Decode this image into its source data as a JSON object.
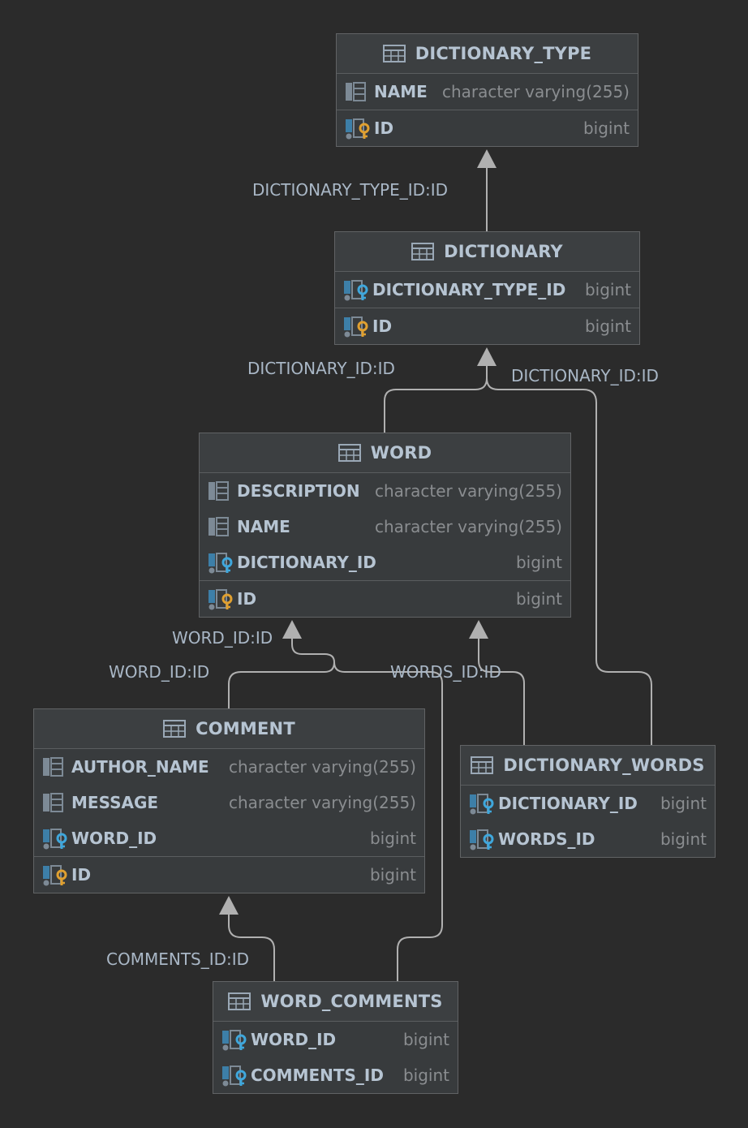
{
  "tables": {
    "dictionary_type": {
      "name": "DICTIONARY_TYPE",
      "columns": [
        {
          "name": "NAME",
          "type": "character varying(255)",
          "kind": "column"
        },
        {
          "name": "ID",
          "type": "bigint",
          "kind": "pk"
        }
      ]
    },
    "dictionary": {
      "name": "DICTIONARY",
      "columns": [
        {
          "name": "DICTIONARY_TYPE_ID",
          "type": "bigint",
          "kind": "fk"
        },
        {
          "name": "ID",
          "type": "bigint",
          "kind": "pk"
        }
      ]
    },
    "word": {
      "name": "WORD",
      "columns": [
        {
          "name": "DESCRIPTION",
          "type": "character varying(255)",
          "kind": "column"
        },
        {
          "name": "NAME",
          "type": "character varying(255)",
          "kind": "column"
        },
        {
          "name": "DICTIONARY_ID",
          "type": "bigint",
          "kind": "fk"
        },
        {
          "name": "ID",
          "type": "bigint",
          "kind": "pk"
        }
      ]
    },
    "comment": {
      "name": "COMMENT",
      "columns": [
        {
          "name": "AUTHOR_NAME",
          "type": "character varying(255)",
          "kind": "column"
        },
        {
          "name": "MESSAGE",
          "type": "character varying(255)",
          "kind": "column"
        },
        {
          "name": "WORD_ID",
          "type": "bigint",
          "kind": "fk"
        },
        {
          "name": "ID",
          "type": "bigint",
          "kind": "pk"
        }
      ]
    },
    "dictionary_words": {
      "name": "DICTIONARY_WORDS",
      "columns": [
        {
          "name": "DICTIONARY_ID",
          "type": "bigint",
          "kind": "fk"
        },
        {
          "name": "WORDS_ID",
          "type": "bigint",
          "kind": "fk"
        }
      ]
    },
    "word_comments": {
      "name": "WORD_COMMENTS",
      "columns": [
        {
          "name": "WORD_ID",
          "type": "bigint",
          "kind": "fk"
        },
        {
          "name": "COMMENTS_ID",
          "type": "bigint",
          "kind": "fk"
        }
      ]
    }
  },
  "relations": {
    "dictionary_to_type": "DICTIONARY_TYPE_ID:ID",
    "word_to_dictionary": "DICTIONARY_ID:ID",
    "dictwords_to_dictionary": "DICTIONARY_ID:ID",
    "wordcomments_to_word": "WORD_ID:ID",
    "comment_to_word": "WORD_ID:ID",
    "dictwords_to_word": "WORDS_ID:ID",
    "wordcomments_to_comment": "COMMENTS_ID:ID"
  },
  "colors": {
    "background": "#2b2b2b",
    "table_fill": "#3c3f41",
    "edge": "#b0b0b0",
    "fk_key": "#3fa7dc",
    "pk_key": "#e0a030"
  }
}
